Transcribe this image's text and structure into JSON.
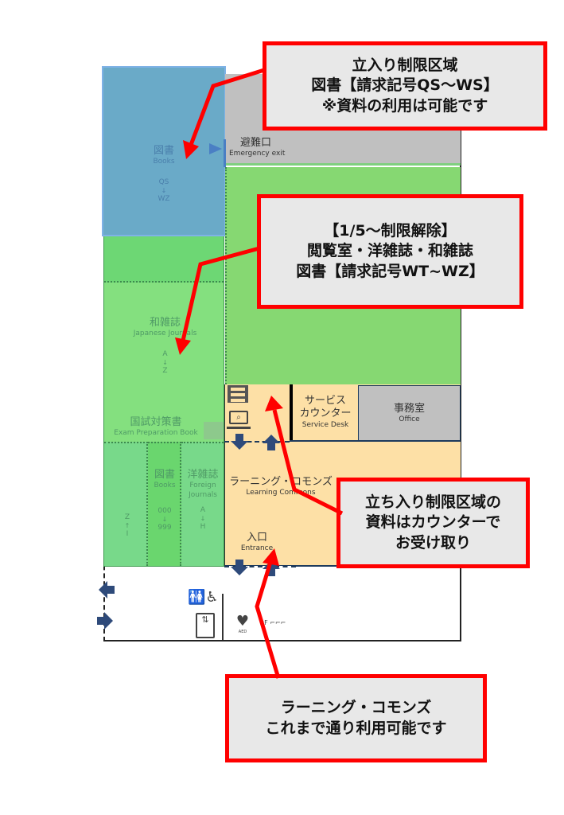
{
  "zones": {
    "books_qs": {
      "ja": "図書",
      "en": "Books",
      "from": "QS",
      "arrow": "↓",
      "to": "WZ"
    },
    "emergency_exit": {
      "ja": "避難口",
      "en": "Emergency exit"
    },
    "japanese_journals": {
      "ja": "和雑誌",
      "en": "Japanese Journals",
      "from": "A",
      "arrow": "↓",
      "to": "Z"
    },
    "exam_prep": {
      "ja": "国試対策書",
      "en": "Exam Preparation Book"
    },
    "col_left": {
      "from": "Z",
      "arrow": "↑",
      "to": "I"
    },
    "books_num": {
      "ja": "図書",
      "en": "Books",
      "from": "000",
      "arrow": "↓",
      "to": "999"
    },
    "foreign_journals": {
      "ja": "洋雑誌",
      "en1": "Foreign",
      "en2": "Journals",
      "from": "A",
      "arrow": "↓",
      "to": "H"
    },
    "service_desk": {
      "ja1": "サービス",
      "ja2": "カウンター",
      "en": "Service Desk"
    },
    "office": {
      "ja": "事務室",
      "en": "Office"
    },
    "learning_commons": {
      "ja": "ラーニング・コモンズ",
      "en": "Learning Commons"
    },
    "entrance": {
      "ja": "入口",
      "en": "Entrance"
    },
    "aed": "AED",
    "stairs": "2F"
  },
  "callouts": {
    "restricted": [
      "立入り制限区域",
      "図書【請求記号QS〜WS】",
      "※資料の利用は可能です"
    ],
    "lifted": [
      "【1/5〜制限解除】",
      "閲覧室・洋雑誌・和雑誌",
      "図書【請求記号WT~WZ】"
    ],
    "counter": [
      "立ち入り制限区域の",
      "資料はカウンターで",
      "お受け取り"
    ],
    "commons": [
      "ラーニング・コモンズ",
      "これまで通り利用可能です"
    ]
  },
  "colors": {
    "callout_border": "#ff0000",
    "restricted": "#6aaac8",
    "green": "#86d872",
    "orange": "#fde0a6"
  }
}
